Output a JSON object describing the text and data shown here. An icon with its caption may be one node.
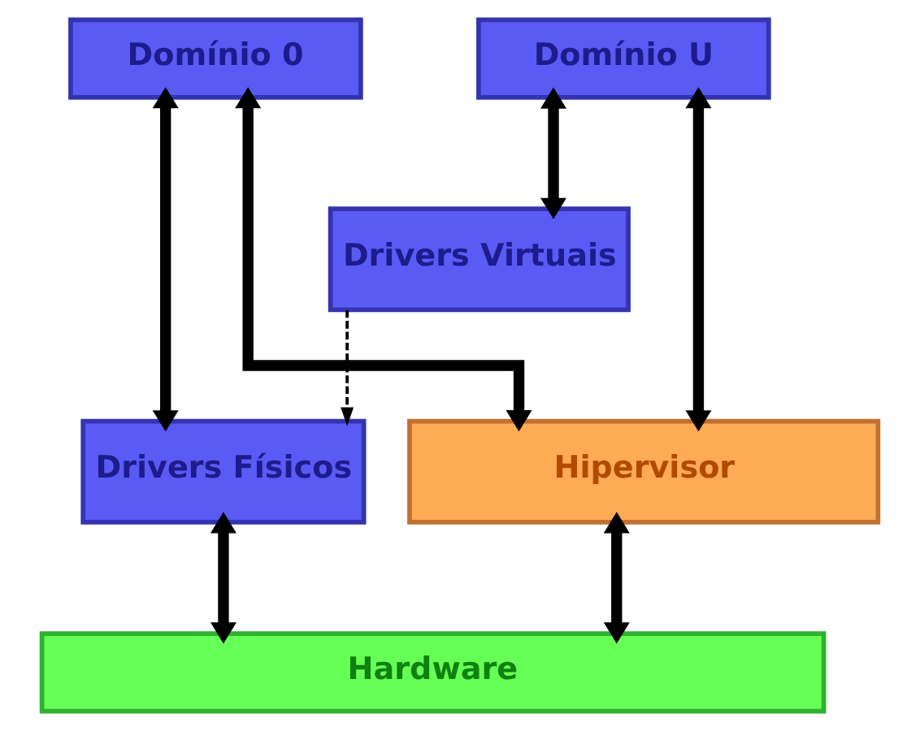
{
  "diagram": {
    "nodes": [
      {
        "text": [
          "Domínio 0"
        ]
      },
      {
        "text": [
          "Domínio U"
        ]
      },
      {
        "text": [
          "Drivers Virtuais"
        ]
      },
      {
        "text": [
          "Drivers Físicos"
        ]
      },
      {
        "text": [
          "Hipervisor"
        ]
      },
      {
        "text": [
          "Hardware"
        ]
      }
    ],
    "edges": [
      {
        "from": 0,
        "to": 3,
        "arrow": "both"
      },
      {
        "from": 0,
        "to": 4,
        "arrow": "both"
      },
      {
        "from": 1,
        "to": 2,
        "arrow": "both"
      },
      {
        "from": 1,
        "to": 4,
        "arrow": "both"
      },
      {
        "from": 2,
        "to": 3,
        "arrow": "to",
        "style": "dashed"
      },
      {
        "from": 3,
        "to": 5,
        "arrow": "both"
      },
      {
        "from": 4,
        "to": 5,
        "arrow": "both"
      }
    ]
  }
}
